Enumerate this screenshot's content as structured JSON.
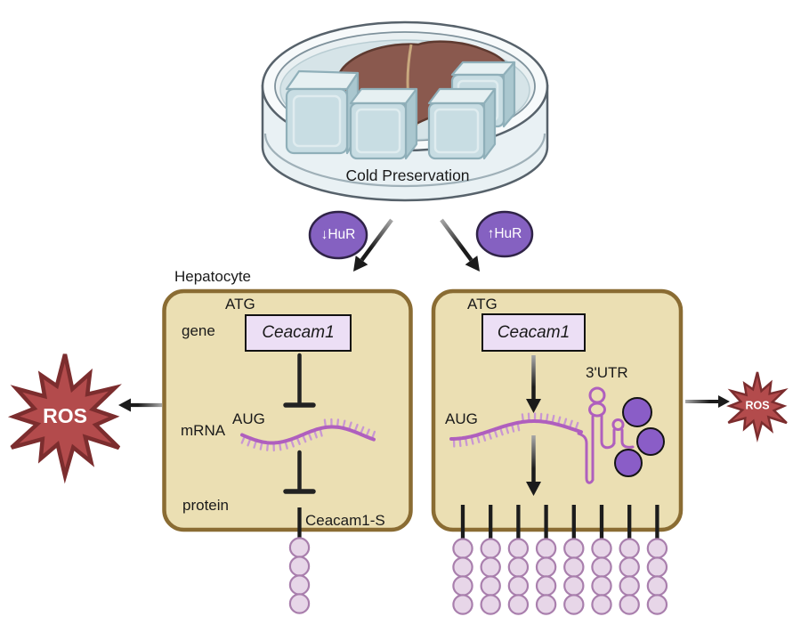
{
  "petri_dish": {
    "label": "Cold Preservation"
  },
  "signals": {
    "hur_down": "↓HuR",
    "hur_up": "↑HuR"
  },
  "left_pathway": {
    "cell_label": "Hepatocyte",
    "atg": "ATG",
    "gene_label": "gene",
    "gene_name": "Ceacam1",
    "mrna_label": "mRNA",
    "aug": "AUG",
    "protein_label": "protein",
    "protein_name": "Ceacam1-S",
    "membrane_chains": 1,
    "beads_per_chain": 4,
    "ros_label": "ROS"
  },
  "right_pathway": {
    "atg": "ATG",
    "gene_name": "Ceacam1",
    "aug": "AUG",
    "utr_label": "3'UTR",
    "hur_protein_count": 3,
    "membrane_chains": 8,
    "beads_per_chain": 4,
    "ros_label": "ROS"
  },
  "colors": {
    "cell_fill": "#EBDFB3",
    "cell_border": "#8A6C33",
    "gene_box_fill": "#ECDFF5",
    "mrna_purple": "#AF5FBE",
    "mrna_tick": "#C997D3",
    "hur_fill": "#8561C1",
    "hur_border": "#2F2347",
    "hur_protein_fill": "#8A5DC7",
    "bead_fill": "#E7D6E8",
    "bead_border": "#A97FAD",
    "ros_fill": "#B34B4C",
    "ros_border": "#7C2D2E",
    "arrow_black": "#1B1B1B"
  }
}
